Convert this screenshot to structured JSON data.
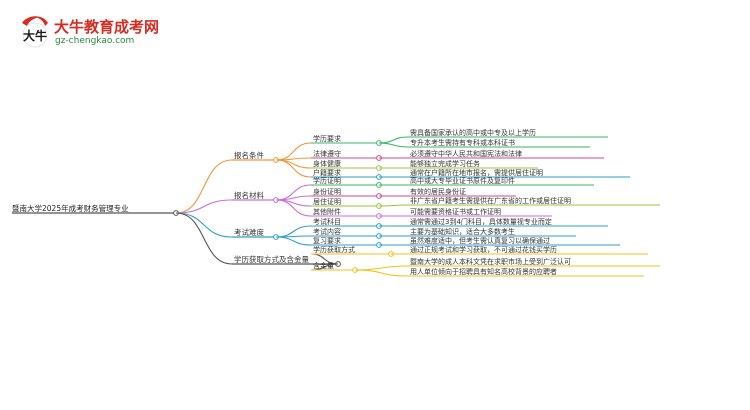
{
  "brand": {
    "title": "大牛教育成考网",
    "url": "gz-chengkao.com",
    "mark_text": "大牛"
  },
  "mindmap": {
    "root": "暨南大学2025年成考财务管理专业",
    "branches": [
      {
        "label": "报名条件",
        "color": "#f0973a",
        "children": [
          {
            "label": "学历要求",
            "color": "#3db36b",
            "leaves": [
              "需具备国家承认的高中或中专及以上学历",
              "专升本考生需持有专科或本科证书"
            ]
          },
          {
            "label": "法律遵守",
            "color": "#d24a8a",
            "leaves": [
              "必须遵守中华人民共和国宪法和法律"
            ]
          },
          {
            "label": "身体健康",
            "color": "#9bc43a",
            "leaves": [
              "能够独立完成学习任务"
            ]
          },
          {
            "label": "户籍要求",
            "color": "#2a9fc7",
            "leaves": [
              "通常在户籍所在地市报名，需提供居住证明"
            ]
          }
        ]
      },
      {
        "label": "报名材料",
        "color": "#c76fd6",
        "children": [
          {
            "label": "学历证明",
            "color": "#3db36b",
            "leaves": [
              "高中或大专毕业证书原件及复印件"
            ]
          },
          {
            "label": "身份证明",
            "color": "#d24a8a",
            "leaves": [
              "有效的居民身份证"
            ]
          },
          {
            "label": "居住证明",
            "color": "#9bc43a",
            "leaves": [
              "非广东省户籍考生需提供在广东省的工作或居住证明"
            ]
          },
          {
            "label": "其他附件",
            "color": "#c76fd6",
            "leaves": [
              "可能需要资格证书或工作证明"
            ]
          }
        ]
      },
      {
        "label": "考试难度",
        "color": "#2a9fc7",
        "children": [
          {
            "label": "考试科目",
            "color": "#2a9fc7",
            "leaves": [
              "通常需通过3到4门科目，具体数量视专业而定"
            ]
          },
          {
            "label": "考试内容",
            "color": "#2a9fc7",
            "leaves": [
              "主要为基础知识，适合大多数考生"
            ]
          },
          {
            "label": "复习要求",
            "color": "#2a9fc7",
            "leaves": [
              "虽然难度适中，但考生需认真复习以确保通过"
            ]
          }
        ]
      },
      {
        "label": "学历获取方式及含金量",
        "color": "#555555",
        "children": [
          {
            "label": "学历获取方式",
            "color": "#f0c21e",
            "leaves": [
              "通过正规考试和学习获取，不可通过花钱买学历"
            ]
          },
          {
            "label": "含金量",
            "color": "#f0c21e",
            "leaves": [
              "暨南大学的成人本科文凭在求职市场上受到广泛认可",
              "用人单位倾向于招聘具有知名高校背景的应聘者"
            ]
          }
        ]
      }
    ]
  }
}
